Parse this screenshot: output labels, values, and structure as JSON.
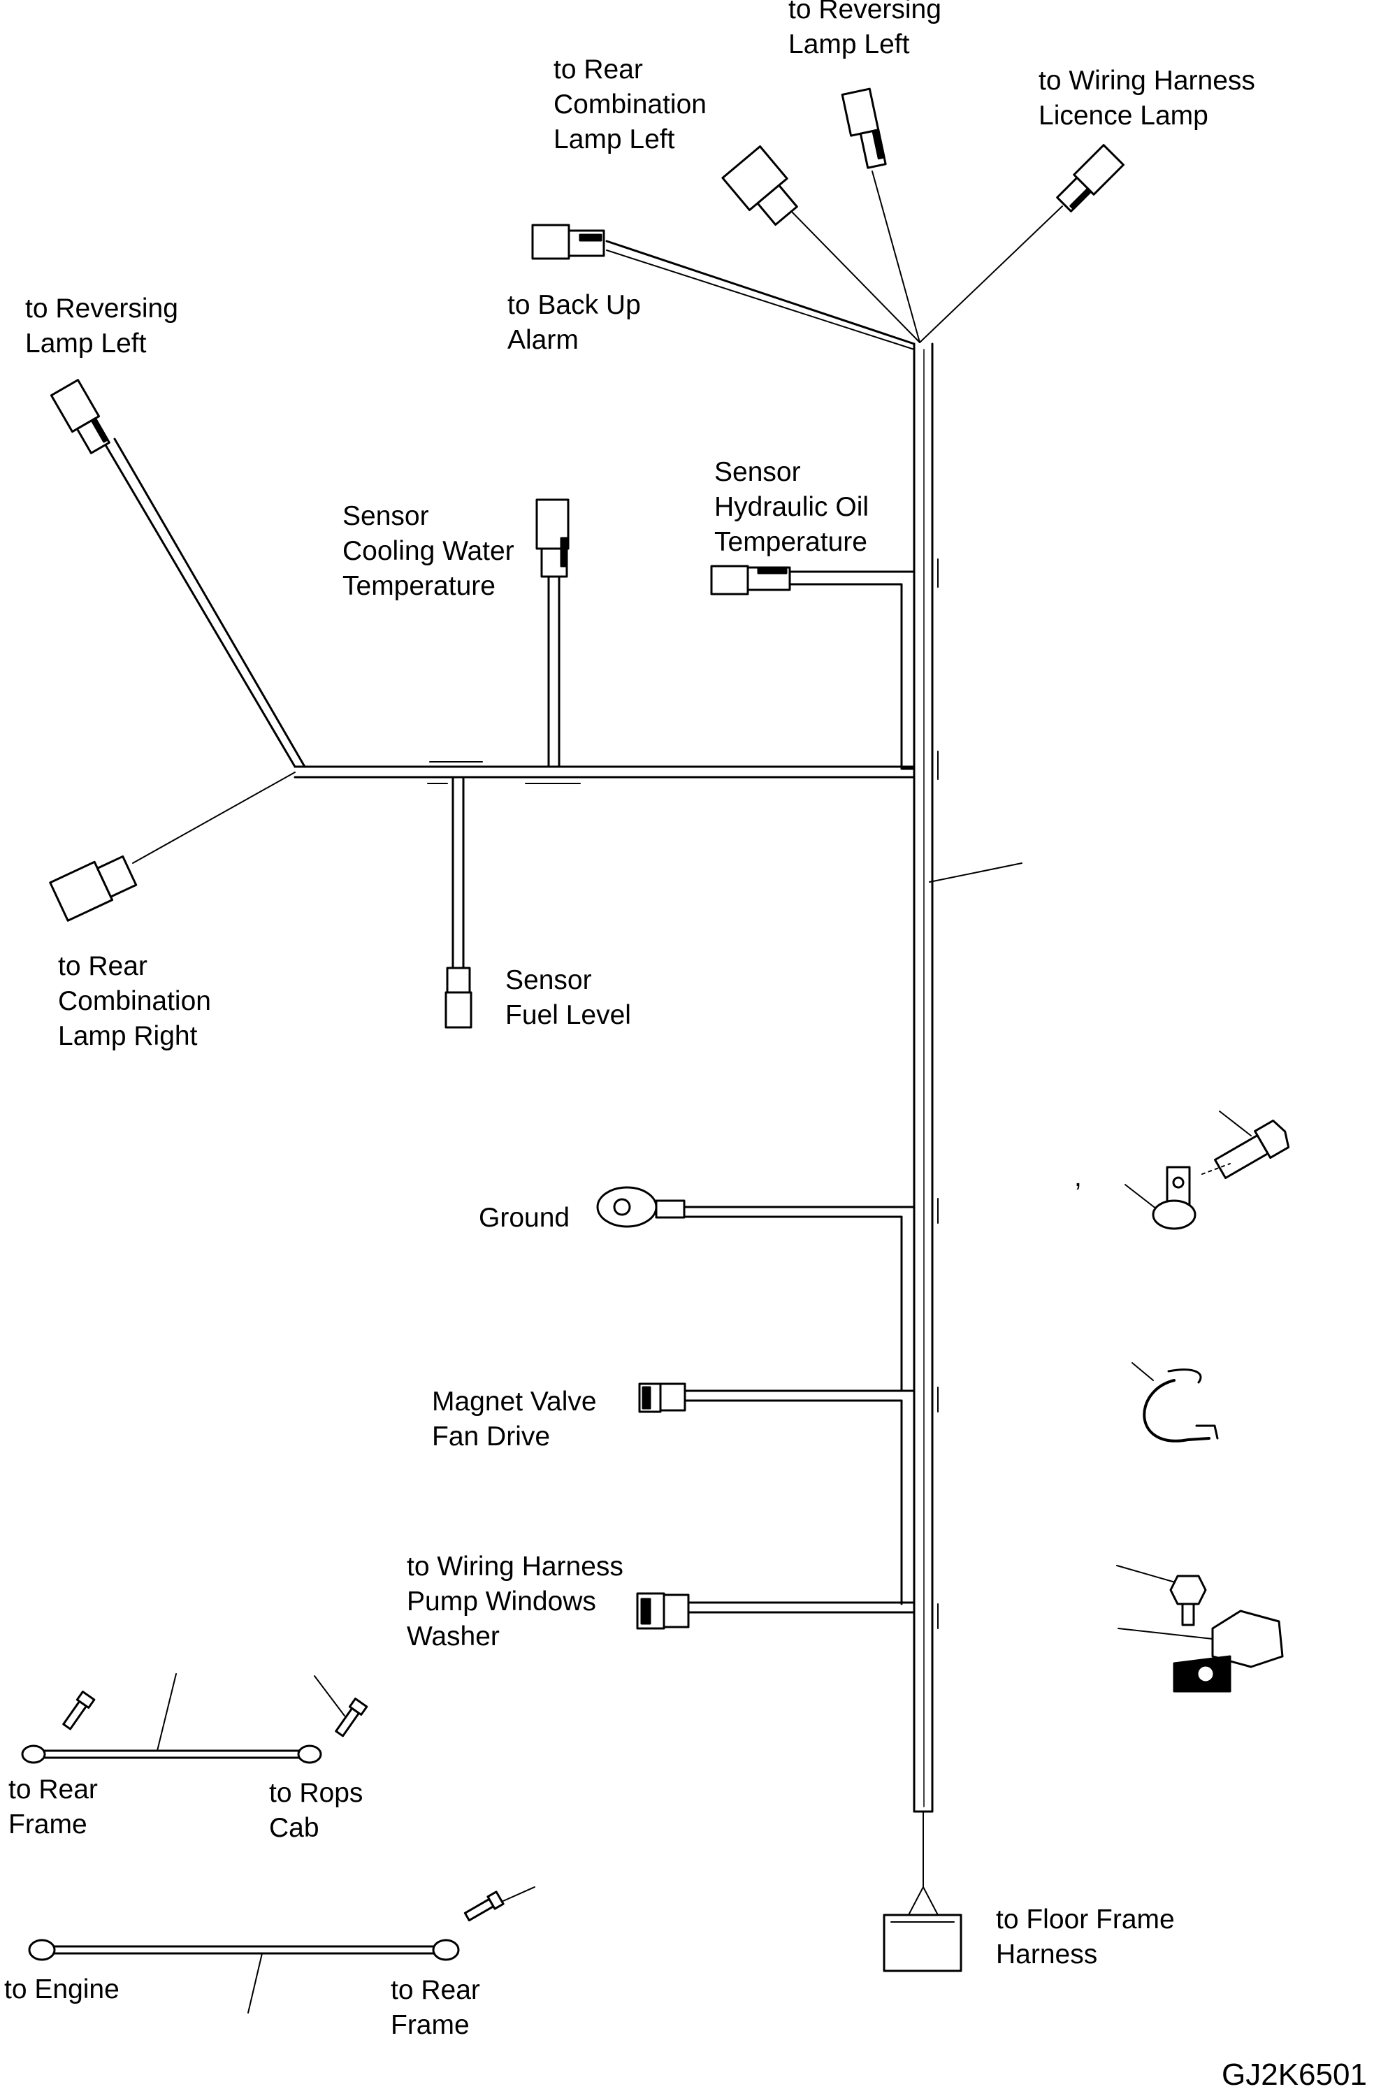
{
  "labels": {
    "reversing_lamp_left_top": [
      "to Reversing",
      "Lamp Left"
    ],
    "rear_combination_lamp_left": [
      "to Rear",
      "Combination",
      "Lamp Left"
    ],
    "wiring_harness_licence_lamp": [
      "to Wiring Harness",
      "Licence Lamp"
    ],
    "back_up_alarm": [
      "to Back Up",
      "Alarm"
    ],
    "reversing_lamp_left_side": [
      "to Reversing",
      "Lamp Left"
    ],
    "sensor_hydraulic_oil": [
      "Sensor",
      "Hydraulic Oil",
      "Temperature"
    ],
    "sensor_cooling_water": [
      "Sensor",
      "Cooling Water",
      "Temperature"
    ],
    "rear_combination_lamp_right": [
      "to Rear",
      "Combination",
      "Lamp Right"
    ],
    "sensor_fuel_level": [
      "Sensor",
      "Fuel Level"
    ],
    "ground": [
      "Ground"
    ],
    "magnet_valve_fan_drive": [
      "Magnet Valve",
      "Fan Drive"
    ],
    "wiring_harness_pump_windows_washer": [
      "to Wiring Harness",
      "Pump Windows",
      "Washer"
    ],
    "floor_frame_harness": [
      "to Floor Frame",
      "Harness"
    ],
    "cable1_rear_frame": [
      "to Rear",
      "Frame"
    ],
    "cable1_rops_cab": [
      "to Rops",
      "Cab"
    ],
    "cable2_engine": [
      "to Engine"
    ],
    "cable2_rear_frame": [
      "to Rear",
      "Frame"
    ],
    "stray_mark": ","
  },
  "drawing_code": "GJ2K6501",
  "colors": {
    "line": "#000000",
    "background": "#ffffff"
  }
}
